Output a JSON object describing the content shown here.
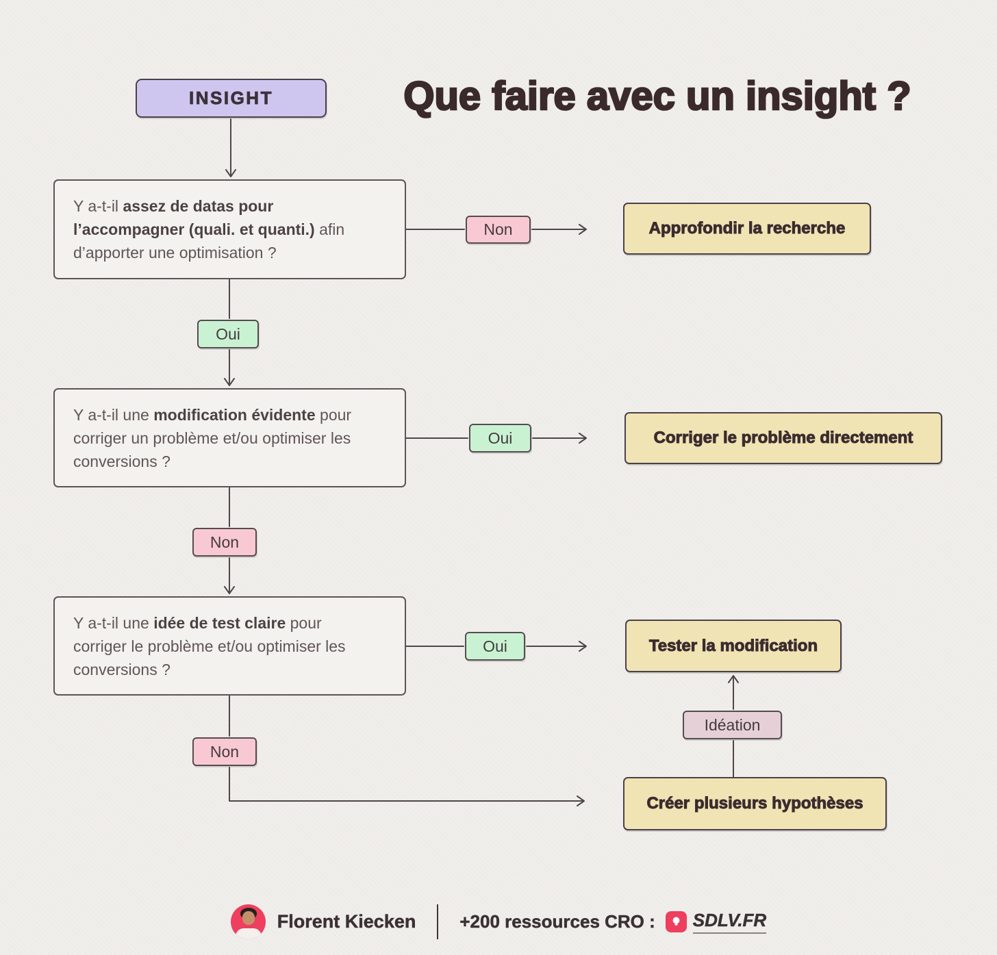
{
  "title": "Que faire avec un insight ?",
  "flow": {
    "start_label": "INSIGHT",
    "questions": [
      {
        "pre": "Y a-t-il ",
        "bold": "assez de datas pour l’accompagner (quali. et quanti.)",
        "post": " afin d’apporter une optimisation ?"
      },
      {
        "pre": "Y a-t-il une ",
        "bold": "modification évidente",
        "post": " pour corriger un problème et/ou optimiser les conversions ?"
      },
      {
        "pre": "Y a-t-il une ",
        "bold": "idée de test claire",
        "post": " pour corriger le problème et/ou optimiser les conversions ?"
      }
    ],
    "labels": {
      "yes": "Oui",
      "no": "Non",
      "ideation": "Idéation"
    },
    "actions": {
      "research": "Approfondir la recherche",
      "fix": "Corriger le problème directement",
      "test": "Tester la modification",
      "hypotheses": "Créer plusieurs hypothèses"
    }
  },
  "footer": {
    "author": "Florent Kiecken",
    "resources": "+200 ressources CRO :",
    "site": "SDLV.FR"
  },
  "colors": {
    "background": "#f1efec",
    "insight_fill": "#cfc6f0",
    "yes_fill": "#c9f2d3",
    "no_fill": "#f9c9d3",
    "ideation_fill": "#e6d0d8",
    "action_fill": "#f1e4b4",
    "line": "#4e4548",
    "title_text": "#3a2a2c",
    "brand_red": "#ee3f5e"
  }
}
